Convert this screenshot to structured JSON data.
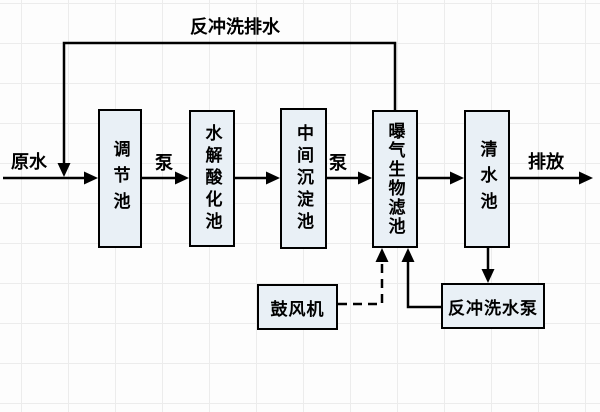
{
  "diagram": {
    "title_label": "反冲洗排水",
    "nodes": {
      "regulation_tank": "调节池",
      "hydrolysis_acidification_tank": "水解酸化池",
      "intermediate_sedimentation_tank": "中间沉淀池",
      "aerated_biological_filter": "曝气生物滤池",
      "clear_water_tank": "清水池",
      "blower": "鼓风机",
      "backwash_pump": "反冲洗水泵"
    },
    "labels": {
      "raw_water": "原水",
      "pump1": "泵",
      "pump2": "泵",
      "discharge": "排放"
    },
    "colors": {
      "box_fill": "#e9f0f6",
      "box_border": "#000000",
      "line": "#000000",
      "grid": "#ececec",
      "background": "#fdfdfd"
    }
  }
}
